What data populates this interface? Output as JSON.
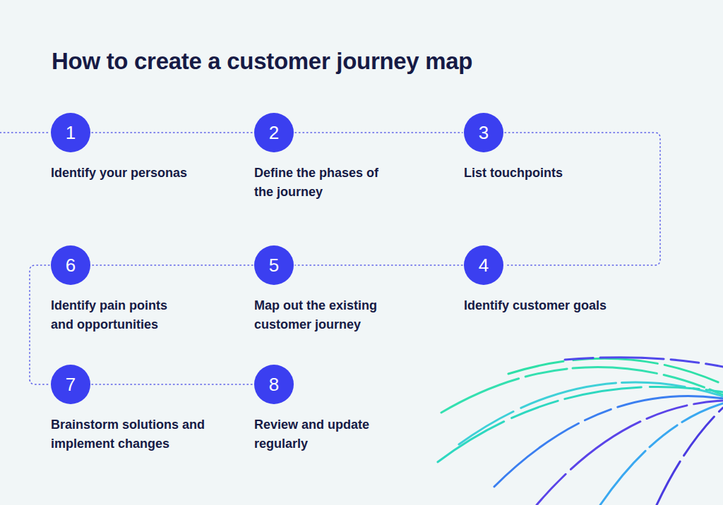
{
  "diagram": {
    "title": "How to create a customer journey map",
    "nodes": [
      {
        "text": [
          "1",
          "Identify your personas"
        ]
      },
      {
        "text": [
          "2",
          "Define the phases of the journey"
        ]
      },
      {
        "text": [
          "3",
          "List touchpoints"
        ]
      },
      {
        "text": [
          "4",
          "Identify customer goals"
        ]
      },
      {
        "text": [
          "5",
          "Map out the existing customer journey"
        ]
      },
      {
        "text": [
          "6",
          "Identify pain points and opportunities"
        ]
      },
      {
        "text": [
          "7",
          "Brainstorm solutions and implement changes"
        ]
      },
      {
        "text": [
          "8",
          "Review and update regularly"
        ]
      }
    ],
    "edges": [
      {
        "from": 0,
        "to": 1,
        "arrow": "none"
      },
      {
        "from": 1,
        "to": 2,
        "arrow": "none"
      },
      {
        "from": 2,
        "to": 3,
        "arrow": "none"
      },
      {
        "from": 3,
        "to": 4,
        "arrow": "none"
      },
      {
        "from": 4,
        "to": 5,
        "arrow": "none"
      },
      {
        "from": 5,
        "to": 6,
        "arrow": "none"
      },
      {
        "from": 6,
        "to": 7,
        "arrow": "none"
      }
    ]
  }
}
